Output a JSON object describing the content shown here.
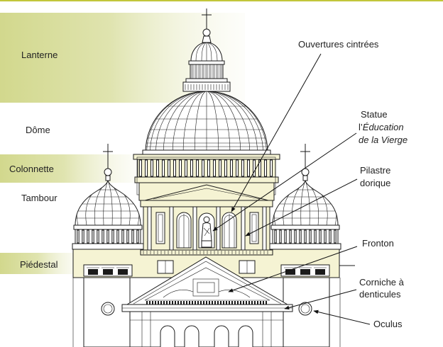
{
  "figure": {
    "left_labels": {
      "lanterne": "Lanterne",
      "dome": "Dôme",
      "colonnette": "Colonnette",
      "tambour": "Tambour",
      "piedestal": "Piédestal"
    },
    "right_labels": {
      "ouvertures": "Ouvertures cintrées",
      "statue": {
        "line1": "Statue",
        "line2_prefix": "l’",
        "line2_italic": "Éducation",
        "line3": "de la Vierge"
      },
      "pilastre": {
        "line1": "Pilastre",
        "line2": "dorique"
      },
      "fronton": "Fronton",
      "corniche": {
        "line1": "Corniche à",
        "line2": "denticules"
      },
      "oculus": "Oculus"
    }
  },
  "colors": {
    "top_rule": "#c2c63a",
    "band": "#d2d88d",
    "band_fade": "#f3f4de",
    "tint": "#f5f3d3",
    "ink": "#1b1b1b"
  }
}
